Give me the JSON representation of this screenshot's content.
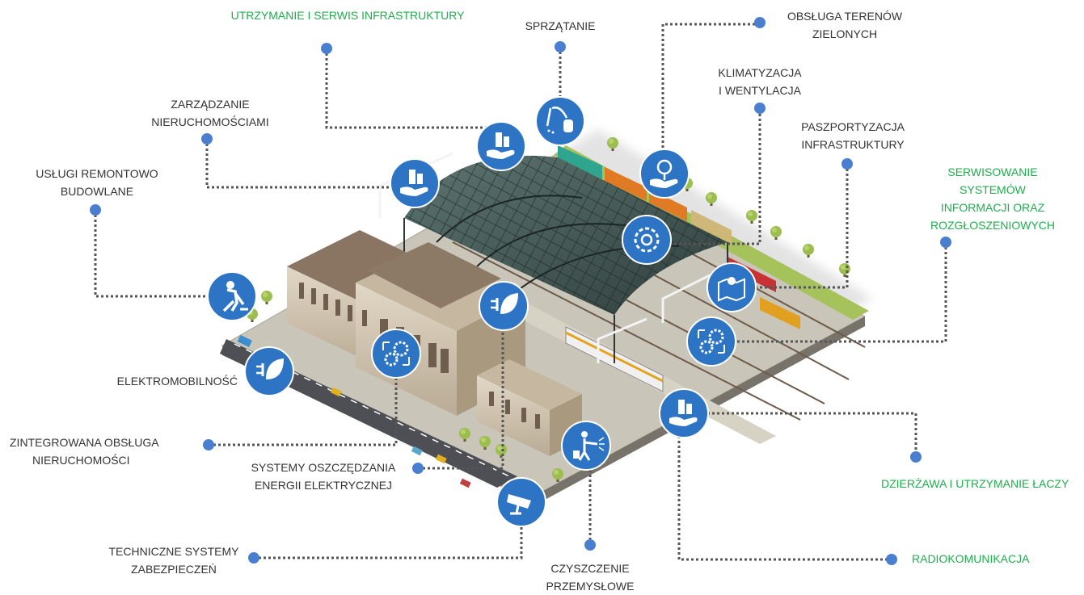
{
  "colors": {
    "label_dark": "#333333",
    "label_green": "#1fad4d",
    "dot": "#4a7fd0",
    "icon": "#2d74c4",
    "connector": "#555555"
  },
  "services": [
    {
      "id": "utrzymanie",
      "lines": [
        "UTRZYMANIE I SERWIS INFRASTRUKTURY"
      ],
      "style": "green",
      "icon": "hand-building-icon"
    },
    {
      "id": "sprzatanie",
      "lines": [
        "SPRZĄTANIE"
      ],
      "style": "dark",
      "icon": "vacuum-cleaner-icon"
    },
    {
      "id": "tereny",
      "lines": [
        "OBSŁUGA TERENÓW",
        "ZIELONYCH"
      ],
      "style": "dark",
      "icon": "hand-tree-icon"
    },
    {
      "id": "klimatyzacja",
      "lines": [
        "KLIMATYZACJA",
        "I WENTYLACJA"
      ],
      "style": "dark",
      "icon": "ventilation-gear-icon"
    },
    {
      "id": "zarzadzanie",
      "lines": [
        "ZARZĄDZANIE",
        "NIERUCHOMOŚCIAMI"
      ],
      "style": "dark",
      "icon": "hand-building-icon"
    },
    {
      "id": "paszport",
      "lines": [
        "PASZPORTYZACJA",
        "INFRASTRUKTURY"
      ],
      "style": "dark",
      "icon": "map-pin-icon"
    },
    {
      "id": "remont",
      "lines": [
        "USŁUGI REMONTOWO",
        "BUDOWLANE"
      ],
      "style": "dark",
      "icon": "construction-worker-icon"
    },
    {
      "id": "serwis_sys",
      "lines": [
        "SERWISOWANIE",
        "SYSTEMÓW",
        "INFORMACJI ORAZ",
        "ROZGŁOSZENIOWYCH"
      ],
      "style": "green",
      "icon": "gears-cycle-icon"
    },
    {
      "id": "elektro",
      "lines": [
        "ELEKTROMOBILNOŚĆ"
      ],
      "style": "dark",
      "icon": "plug-leaf-icon"
    },
    {
      "id": "zintegrowana",
      "lines": [
        "ZINTEGROWANA OBSŁUGA",
        "NIERUCHOMOŚCI"
      ],
      "style": "dark",
      "icon": "gears-cycle-icon"
    },
    {
      "id": "energia",
      "lines": [
        "SYSTEMY OSZCZĘDZANIA",
        "ENERGII ELEKTRYCZNEJ"
      ],
      "style": "dark",
      "icon": "plug-leaf-icon"
    },
    {
      "id": "dzierzawa",
      "lines": [
        "DZIERŻAWA I UTRZYMANIE ŁACZY"
      ],
      "style": "green",
      "icon": "hand-building-icon"
    },
    {
      "id": "radio",
      "lines": [
        "RADIOKOMUNIKACJA"
      ],
      "style": "green",
      "icon": "hand-building-icon"
    },
    {
      "id": "techniczne",
      "lines": [
        "TECHNICZNE SYSTEMY",
        "ZABEZPIECZEŃ"
      ],
      "style": "dark",
      "icon": "security-camera-icon"
    },
    {
      "id": "czyszczenie",
      "lines": [
        "CZYSZCZENIE",
        "PRZEMYSŁOWE"
      ],
      "style": "dark",
      "icon": "pressure-washer-icon"
    }
  ]
}
